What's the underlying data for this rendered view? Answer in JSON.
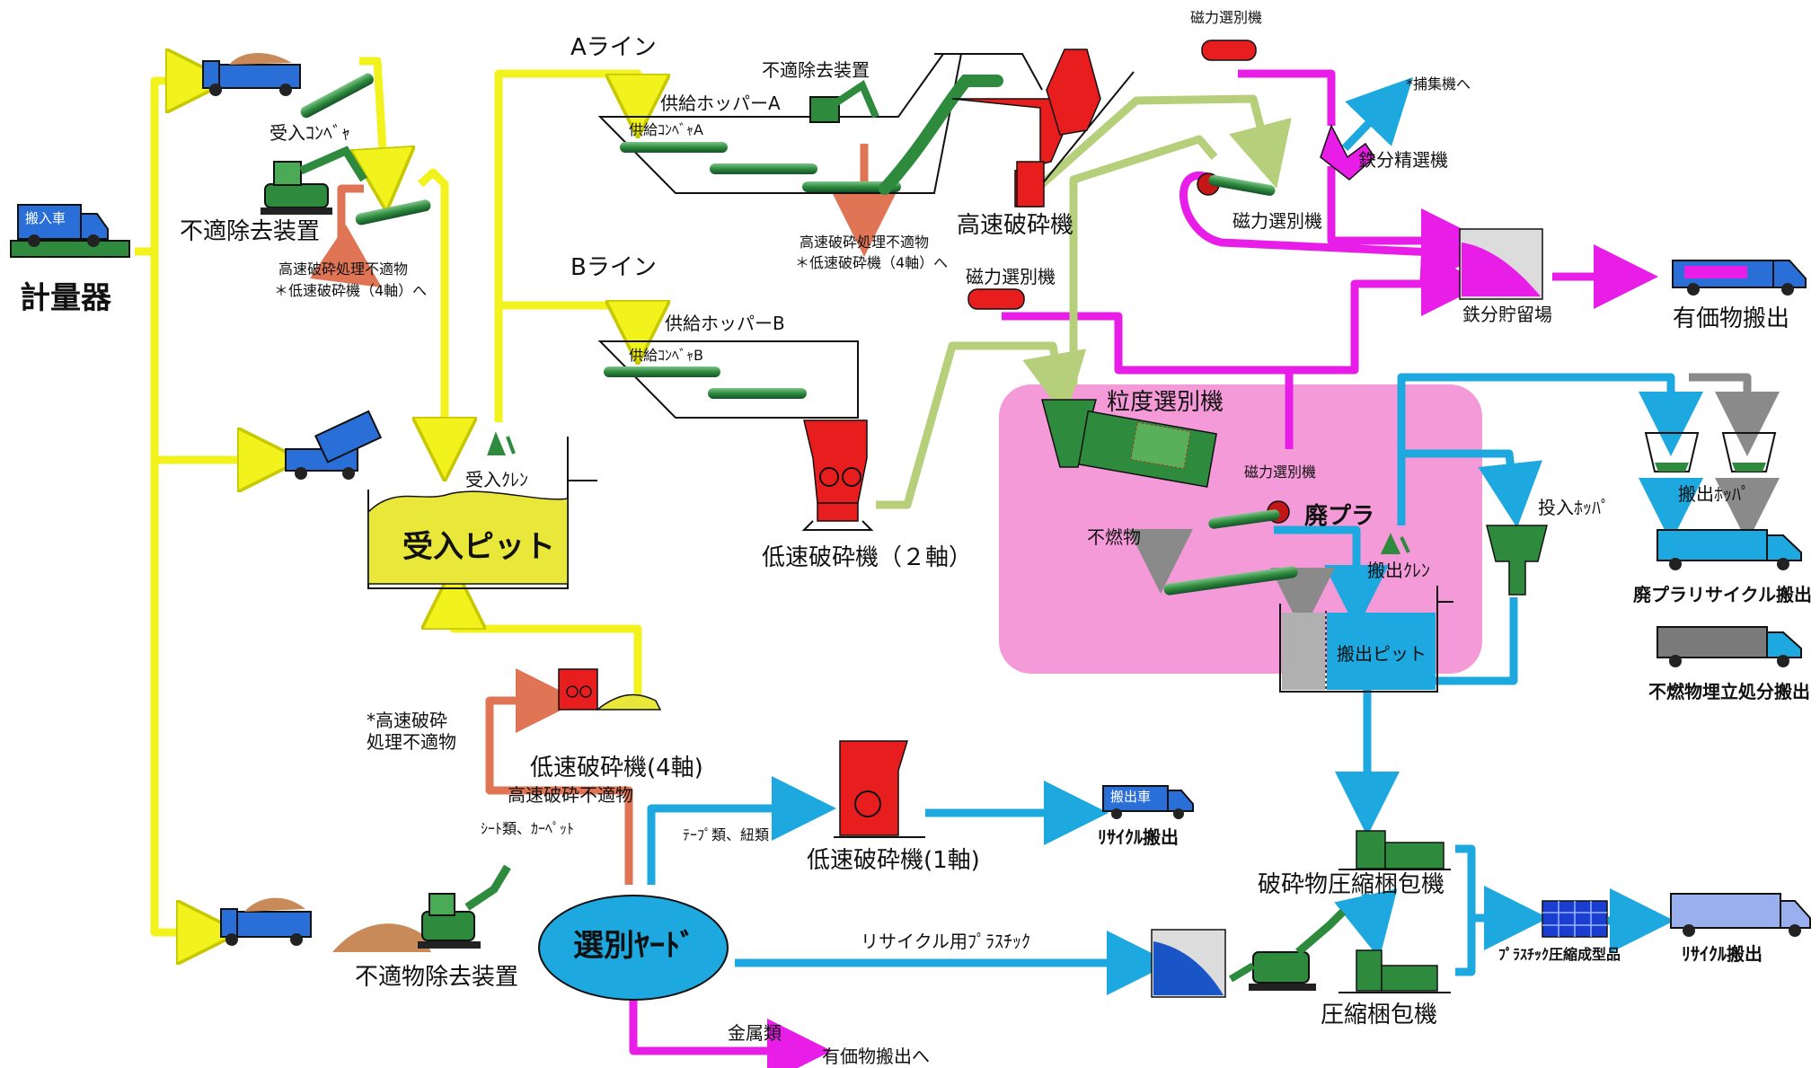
{
  "labels": {
    "weigh_scale": "計量器",
    "truck_tag_in": "搬入車",
    "receive_conveyor": "受入ｺﾝﾍﾞｬ",
    "removal_device_top": "不適除去装置",
    "unsuitable_note_1": "高速破砕処理不適物",
    "unsuitable_note_2": "＊低速破砕機（4軸）へ",
    "line_a": "Aライン",
    "line_b": "Bライン",
    "hopper_a": "供給ホッパーA",
    "hopper_b": "供給ホッパーB",
    "conveyor_a": "供給ｺﾝﾍﾞｬA",
    "conveyor_b": "供給ｺﾝﾍﾞｬB",
    "removal_device_a": "不適除去装置",
    "hs_unsuitable_1": "高速破砕処理不適物",
    "hs_unsuitable_2": "＊低速破砕機（4軸）へ",
    "high_speed_crusher": "高速破砕機",
    "magnetic_sep_top": "磁力選別機",
    "collector": "*捕集機へ",
    "iron_refiner": "鉄分精選機",
    "magnetic_sep_mid": "磁力選別機",
    "magnetic_sep_b": "磁力選別機",
    "iron_storage": "鉄分貯留場",
    "valuables_out": "有価物搬出",
    "receive_crane": "受入ｸﾚﾝ",
    "receive_pit": "受入ピット",
    "low_speed_2": "低速破砕機（２軸）",
    "grain_sorter": "粒度選別機",
    "magnetic_sep_pink": "磁力選別機",
    "waste_plastic": "廃プラ",
    "incombustible": "不燃物",
    "out_crane": "搬出ｸﾚﾝ",
    "out_pit": "搬出ピット",
    "input_hopper": "投入ﾎｯﾊﾟ",
    "out_hopper": "搬出ﾎｯﾊﾟ",
    "plastic_recycle_out": "廃プラリサイクル搬出",
    "landfill_out": "不燃物埋立処分搬出",
    "hs_unsuitable_box_1": "*高速破砕",
    "hs_unsuitable_box_2": "処理不適物",
    "low_speed_4": "低速破砕機(4軸)",
    "hs_unsuitable_short": "高速破砕不適物",
    "sheets_carpets": "ｼｰﾄ類、ｶｰﾍﾟｯﾄ",
    "tapes_ropes": "ﾃｰﾌﾟ類、紐類",
    "low_speed_1": "低速破砕機(1軸)",
    "truck_tag_out": "搬出車",
    "recycle_out_1": "ﾘｻｲｸﾙ搬出",
    "sorting_yard": "選別ﾔｰﾄﾞ",
    "removal_device_bottom": "不適物除去装置",
    "recycle_plastic": "リサイクル用ﾌﾟﾗｽﾁｯｸ",
    "metals": "金属類",
    "to_valuables": "有価物搬出へ",
    "crush_compress_baler": "破砕物圧縮梱包機",
    "compress_baler": "圧縮梱包機",
    "plastic_bales": "ﾌﾟﾗｽﾁｯｸ圧縮成型品",
    "recycle_out_2": "ﾘｻｲｸﾙ搬出"
  },
  "colors": {
    "yellow_flow": "#f2f21c",
    "magenta_flow": "#e81ee8",
    "cyan_flow": "#1ea8e0",
    "olive_flow": "#b5cf7a",
    "salmon_flow": "#e07556",
    "gray_flow": "#8a8a8a",
    "machine_red": "#e81e1e",
    "machine_green": "#2e8b3e",
    "pit_yellow": "#e9e83a",
    "pink_zone": "#f59ad8",
    "truck_blue": "#2a6fd8",
    "yard_blue": "#1ea8e0"
  }
}
